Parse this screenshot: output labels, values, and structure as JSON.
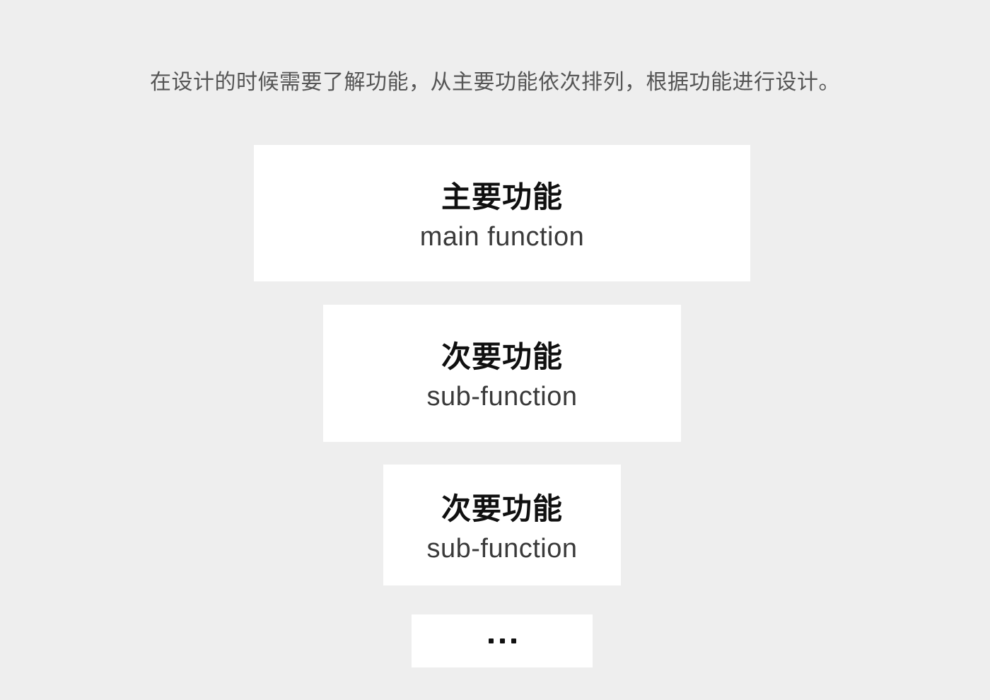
{
  "page": {
    "background_color": "#eeeeee",
    "caption": "在设计的时候需要了解功能，从主要功能依次排列，根据功能进行设计。",
    "caption_color": "#555555"
  },
  "hierarchy": {
    "card_background": "#ffffff",
    "cards": [
      {
        "id": "main-function",
        "cn": "主要功能",
        "en": "main function",
        "level": 1
      },
      {
        "id": "sub-function-1",
        "cn": "次要功能",
        "en": "sub-function",
        "level": 2
      },
      {
        "id": "sub-function-2",
        "cn": "次要功能",
        "en": "sub-function",
        "level": 3
      },
      {
        "id": "more",
        "cn": "",
        "en": "",
        "ellipsis": "…",
        "level": 4
      }
    ]
  }
}
